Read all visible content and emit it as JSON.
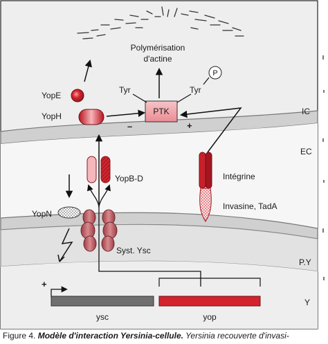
{
  "labels": {
    "polymerisation_line1": "Polymérisation",
    "polymerisation_line2": "d'actine",
    "yope": "YopE",
    "yoph": "YopH",
    "tyr_left": "Tyr",
    "tyr_right": "Tyr",
    "p": "P",
    "ptk": "PTK",
    "minus": "–",
    "plus_ptk": "+",
    "plus_promoter": "+",
    "ic": "IC",
    "ec": "EC",
    "py": "P.Y",
    "y": "Y",
    "yopb_d": "YopB-D",
    "integrine": "Intégrine",
    "invasine": "Invasine, TadA",
    "yopn": "YopN",
    "syst_ysc": "Syst. Ysc",
    "ysc": "ysc",
    "yop": "yop"
  },
  "caption": {
    "prefix": "Figure 4. ",
    "title": "Modèle d'interaction Yersinia-cellule.",
    "italic_word": " Yersinia",
    "rest": " recouverte d'invasi-"
  },
  "colors": {
    "panel_bg": "#eeeeee",
    "membrane": "#cfcfcf",
    "red": "#c8202a",
    "dark_red": "#8e1a22",
    "pink_ptk": "#f0a6ad",
    "ysc_pink": "#c46a6f",
    "gray_gene": "#6f6f6f"
  }
}
